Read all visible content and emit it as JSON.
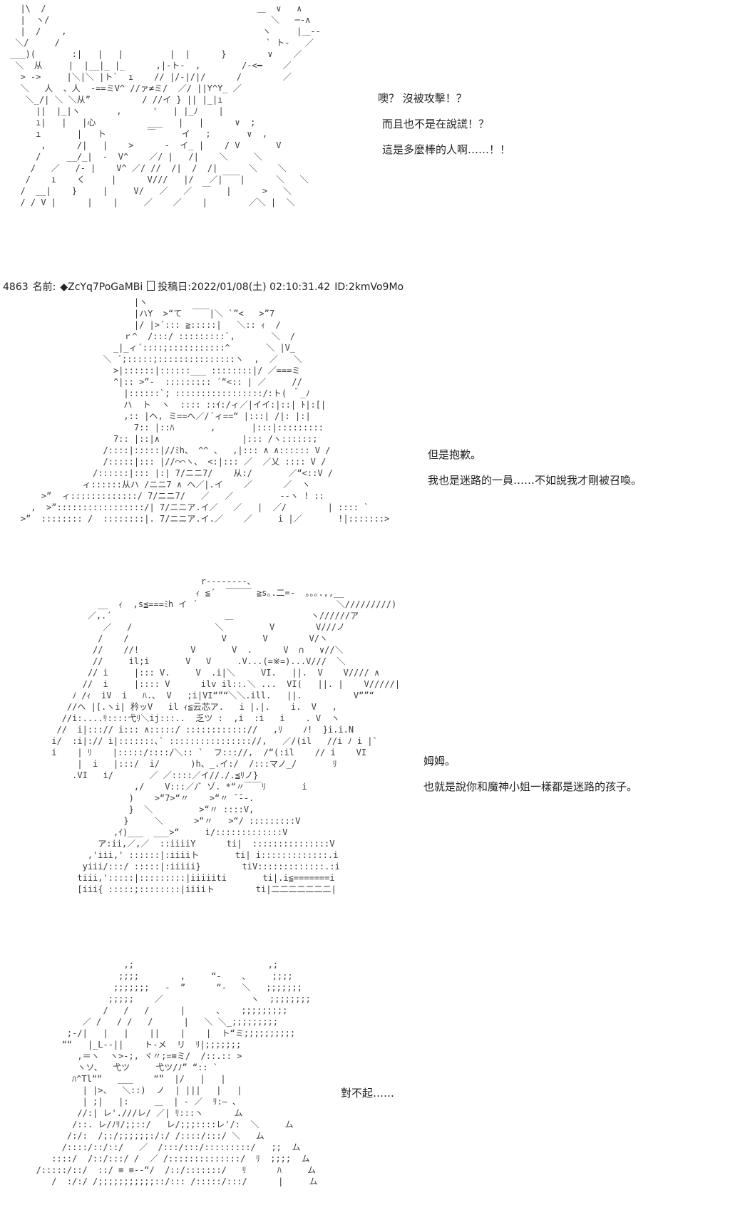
{
  "panels": [
    {
      "art": "  |\\  /                                         ＿  ∨   ∧\n  |  ヽ/                                           ＼   ─‐∧\n  |  /    ,                                      ヽ     |＿‐-\n ＼/     /                                        ` ト‐   ／\n___)(       :|   |   |         |  |      }        ∨    ／\n ＼  从     |  |__|_ |_      ,|‐ト‐  ,        /‐<━    ／\n  > ‐>     |＼|＼ |ト`  ı    // |/‐|/|/      /        ／\n  ＼   人  、人  -==ミV^ //ァ≠ミ/  ／/ ||Y^Y_ ／\n   ＼_/| ＼ ＼从”          / //イ } || |_|ı\n     ||  |_|ヽ       ,      '   | |_ﾉ    |\n     ı|   |   |心          ___   |   |      ∨  ;\n     ı       |   ト        ￣     イ   ;       ∨  ,\n      ,      /|   |    >      -  イ_ |    / V       V\n     /     __/_|  ‐  V^    ／/ |   /|    ＼     ＼\n    /   ／   /‐ |    V^ ／/ //  /|  /  /|      ＼    ＼\n   /    ı    く     |      V///   |/   ／|￣￣|      ＼   ＼\n  /  __|    }     |     V/   ／   ／  ￣   |      >   ＼\n  / / V |      |    |     ／    ／    |        ／＼ |  ＼",
      "lines": [
        "噢？ 沒被攻擊！？",
        "而且也不是在說謊！？",
        "這是多麼棒的人啊……！！"
      ]
    },
    {
      "art": "                          |ヽ\n                          |ハY  >“て  ￣￣|＼ `”<   >”7\n                          |/ |>´::: ≧:::::|   ＼:: ｨ  /\n                        ｒ^  /:::/ :::::::::`,       ＼  /\n                      _|_ィ´::::;:::::::::::^       ＼ |V_\n                    ＼ ´;:::::;:::::::::::::::ヽ  ,  ／   ＼\n                      >|::::::|::::::___ ::::::::|/ ／===ミ\n                      ^|:: >”‐  ::::::::: ´“<:: | ／     //\n                        |::::::`; :::::::::::::::::/:ト( ＾_ﾉ\n                        ハ  ト  ヽ  :::: ::ｲ:/ィ／|イイ:|::| ﾄ|:[|\n                        ,:: |ヘ, ミ==へ／/´ィ==“ |:::| /|: |:|\n                          7:: |::ﾊ       ,       |:::|:::::::::\n                      7:: |::|∧                |::: /ヽ::::::;\n                    /::::|:::::|//ﾐh、 ^^ 、  ,|::: ∧ ∧:::::: V /\n                    /:::::|::: |//⌒⌒ヽ、 <:|::: ／  ／乂 :::: V /\n                  /::::::|::: |:| 7/ニニ7/    从:/       ／“<::V /\n                ィ::::::从ハ /ニニ7 ∧ ヘ／|.イ    ／      ／  ヽ\n        >”  ィ:::::::::::::/ 7/ニニ7/   ／   ／         -‐ヽ ! ::\n      ,  >”:::::::::::::::::/| 7/ニニア.イ／   ／   |  ／/        | :::: `\n    >”  :::::::: /  ::::::::|. 7/ニニア.イ.／    ／     i |／       !|:::::::>",
      "lines": [
        "但是抱歉。",
        "我也是迷路的一員……不如說我才剛被召喚。"
      ]
    },
    {
      "art": "                                       r‐‐‐‐‐‐‐‐､\n                                      ｨ ≦´  ￣￣￣ ≧s｡.二=-  ｡｡｡.,,__\n                   __  ｨ  ,s≦===ﾐh イ ´                           ＼/////////)\n                 ／,.´                      ＿               ヽ//////ア\n                    ／   /                ＼         V        V///ノ\n                   /    /                  V       V        V/ヽ\n                  //    //!          V       V  .      V  ∩   ∨//＼\n                  //     il;i       V   V     .V...(=※=)...V///  ＼\n                 // i     |::: V.     V  .i|＼     VI.   ||.  V    V//// ∧\n                //  i     |:::: V      ilv il::.＼ ...  VI(   ||. |    V/////|\n              ﾉ /ｨ  iV  i   ﾊ.､  V   ;i|VI“”“＼＼.ill.   ||.          V“”“\n             //ヘ |[.ヽi| 矜ッV   il ｨ≦云芯ア.   i |.|.    i.  V   ,\n            //i:....ﾘ::::弋ﾘ＼ij:::..  乏ツ :  ,i  :i   i    . V  ヽ\n           //  i|:::// i::: ∧:::::/ :::::::::::://   ,ﾘ    ﾉ!  }i.i.N\n          i/  :i|:// i|:::::::､` :::::::::::::::://,   ／/(il   //i ﾉ i |`\n          i    | ﾘ    |:::::/::::/＼:: `  フ::://,  /“(:il    // i    VI\n               |  i   |:::/  i/      )h、_.イ:/  /:::マノ_/       ﾘ\n              .VI   i/       ／ ／::::／イ//./.≦ﾘノ}\n                          ,/    V:::／ﾉ゛ゾ. *“〃￣￣ﾘ       i\n                         )    >“7>“〃    >“〃 ̄ ̄‐-.\n                         }  ＼         >“〃 ::::V,\n                        }     ＼      >“〃   >“/ :::::::::V\n                      ,ｲ)___  ___>“     i/:::::::::::::V\n                   ア:ii,／,／  ::iiiiY      ti|  :::::::::::::::V\n                 ,'iii,' ::::::|:iiiiト       ti| i:::::::::::::.i\n                yiii/:::/ :::::|:iiiii}        tiV:::::::::::::.:i\n               tiii,':::::|:::::::::|iiiiiti       ti|.i≦=======i\n               [iii{ :::::;::::::::|iiiiト        ti|二二二二二二二|",
      "lines": [
        "姆姆。",
        "也就是說你和魔神小姐一樣都是迷路的孩子。"
      ]
    },
    {
      "art": "                        ,;                          ,;\n                       ;;;;        ,     “‐    ､     ;;;;\n                      ;;;;;;;   ‐  ”      “‐   ＼   ;;;;;;;\n                     ;;;;;    ／                 ヽ  ;;;;;;;;\n                    /   /   /      |      ､    ;;;;;;;;;\n                ／ /   / /   /      |   ＼ ＼_;;;;;;;;;\n             ;‐/|   |   |    ||    |    |  ト“ミ;;;;;;;;;;\n            ““   |_L‐-||    ト‐メ  リ  ﾘ|;;;;;;;\n               ,＝ヽ  ヽ>-;, ヾ〃;=≡ミ/  /::.:: >\n               ヽソ、  弋ツ     弋ツ/ﾉ” “:: `\n              ﾊ^Tl““   ___    “”  |/   |   |\n                | |>、  ＼::)  ノ  | |||   |   |\n                | ;|   |:     ＿  | ‐ ／  ﾘ:― ､\n               //:| レ'.///レ/ ／| ﾘ:::ヽ      ム\n              /::. レ/ﾉﾘ/;;::/   レ/;;;::::レ'/:  ＼     ム\n             /:/:  /;:/;;;;;;:/:/ /::::/:::/ ＼   ム\n            /::::/::/::/   ／  /:::/:::/:::::::::/   ;;  ム\n          ::::/  /::/:::/ /  ／ /::::::::::::::/  ﾘ  ;;;;  ム\n       /:::::/::/  ::/ ≡ ≡‐-“/  /::/:::::::/   ﾘ      ﾊ     ム\n          /  :/:/ /;;;;;;;;;;;::/::: /:::::/:::/      |     ム",
      "lines": [
        "對不起……"
      ]
    }
  ],
  "post": {
    "number": "4863",
    "name_label": "名前:",
    "trip": "◆ZcYq7PoGaMBi",
    "date_label": "投稿日:",
    "date": "2022/01/08(土) 02:10:31.42",
    "id": "ID:2kmVo9Mo"
  }
}
